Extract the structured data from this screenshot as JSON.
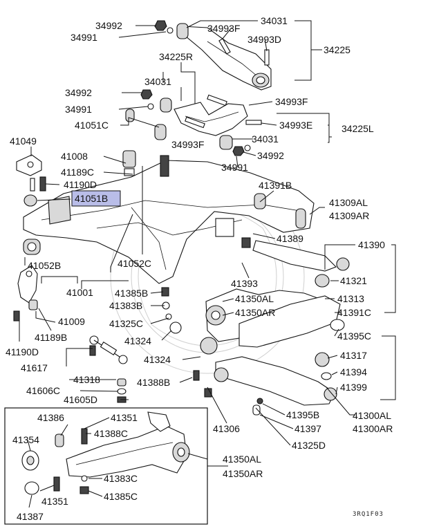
{
  "diagram": {
    "highlight_color": "#b9bde8",
    "footer_code": "3RQ1F03",
    "labels": {
      "p34992a": "34992",
      "p34991a": "34991",
      "p34031a": "34031",
      "p34993Fa": "34993F",
      "p34993D": "34993D",
      "p34225": "34225",
      "p34225R": "34225R",
      "p34031b": "34031",
      "p34992b": "34992",
      "p34991b": "34991",
      "p34993Fb": "34993F",
      "p41051C": "41051C",
      "p34993E": "34993E",
      "p34225L": "34225L",
      "p34993Fc": "34993F",
      "p34031c": "34031",
      "p41049": "41049",
      "p41008": "41008",
      "p34991c": "34991",
      "p34992c": "34992",
      "p41189C": "41189C",
      "p41190D": "41190D",
      "p41051B": "41051B",
      "p41391B": "41391B",
      "p41309AL": "41309AL",
      "p41309AR": "41309AR",
      "p41389": "41389",
      "p41390": "41390",
      "p41052B": "41052B",
      "p41052C": "41052C",
      "p41393": "41393",
      "p41321": "41321",
      "p41001": "41001",
      "p41385B": "41385B",
      "p41350AL": "41350AL",
      "p41313": "41313",
      "p41383B": "41383B",
      "p41350AR": "41350AR",
      "p41009": "41009",
      "p41391C": "41391C",
      "p41325C": "41325C",
      "p41189B": "41189B",
      "p41324a": "41324",
      "p41395C": "41395C",
      "p41190D2": "41190D",
      "p41617": "41617",
      "p41324b": "41324",
      "p41317": "41317",
      "p41394": "41394",
      "p41318": "41318",
      "p41388B": "41388B",
      "p41606C": "41606C",
      "p41399": "41399",
      "p41605D": "41605D",
      "p41395B": "41395B",
      "p41300AL": "41300AL",
      "p41386": "41386",
      "p41351a": "41351",
      "p41306": "41306",
      "p41397": "41397",
      "p41300AR": "41300AR",
      "p41388C": "41388C",
      "p41354": "41354",
      "p41325D": "41325D",
      "p41350AL2": "41350AL",
      "p41350AR2": "41350AR",
      "p41383C": "41383C",
      "p41351b": "41351",
      "p41385C": "41385C",
      "p41387": "41387"
    }
  }
}
